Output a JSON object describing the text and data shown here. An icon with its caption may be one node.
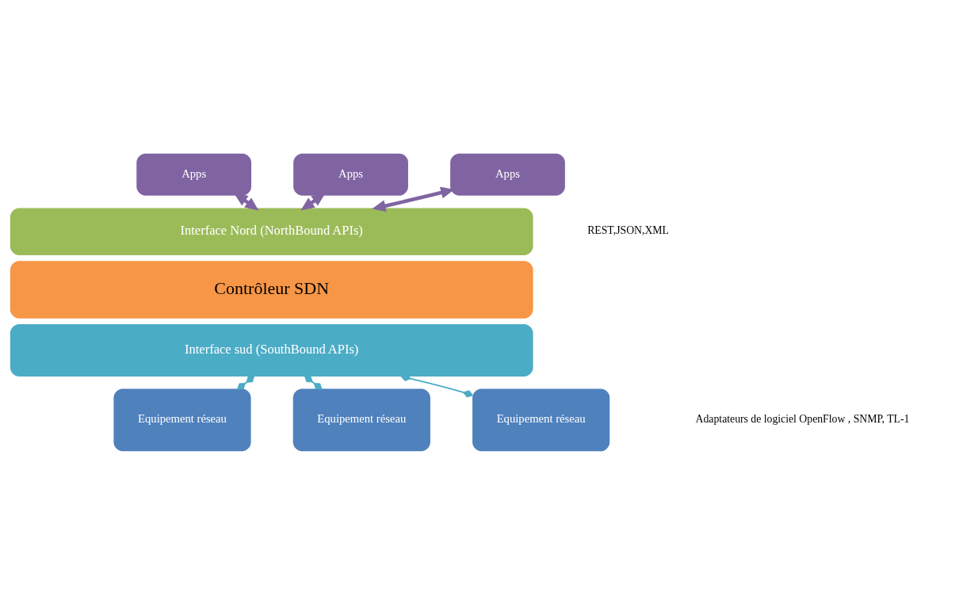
{
  "diagram": {
    "nodes": [
      {
        "text": [
          "Apps"
        ]
      },
      {
        "text": [
          "Apps"
        ]
      },
      {
        "text": [
          "Apps"
        ]
      },
      {
        "text": [
          "Interface Nord (NorthBound APIs)"
        ]
      },
      {
        "text": [
          "Contrôleur SDN"
        ]
      },
      {
        "text": [
          "Interface sud (SouthBound APIs)"
        ]
      },
      {
        "text": [
          "Equipement réseau"
        ]
      },
      {
        "text": [
          "Equipement réseau"
        ]
      },
      {
        "text": [
          "Equipement réseau"
        ]
      }
    ],
    "edges": [
      {
        "from": 0,
        "to": 3,
        "arrow": "both",
        "style": "thick",
        "color": "#8064a2"
      },
      {
        "from": 1,
        "to": 3,
        "arrow": "both",
        "style": "thick",
        "color": "#8064a2"
      },
      {
        "from": 2,
        "to": 3,
        "arrow": "both",
        "style": "thick",
        "color": "#8064a2"
      },
      {
        "from": 5,
        "to": 6,
        "arrow": "other",
        "color": "#4bacc6"
      },
      {
        "from": 5,
        "to": 7,
        "arrow": "other",
        "color": "#4bacc6"
      },
      {
        "from": 5,
        "to": 8,
        "arrow": "other",
        "color": "#4bacc6"
      }
    ],
    "labels": [
      "REST,JSON,XML",
      "Adaptateurs de logiciel OpenFlow , SNMP, TL-1"
    ]
  }
}
